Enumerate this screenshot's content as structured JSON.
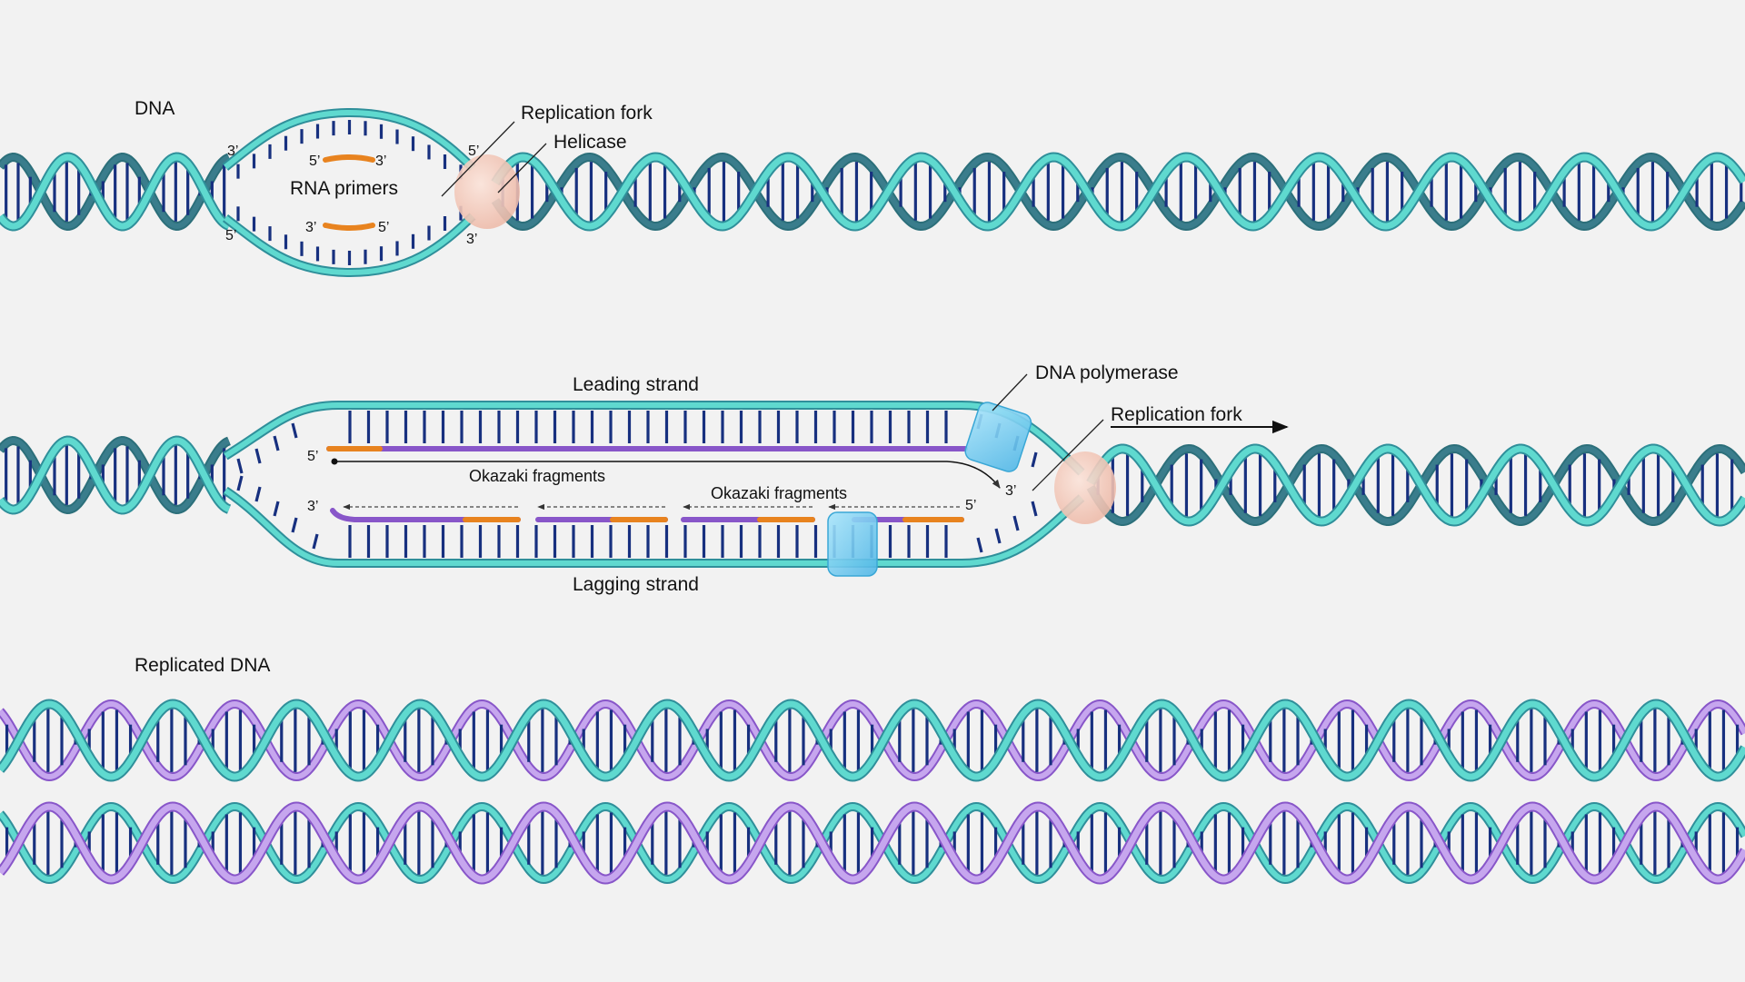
{
  "labels": {
    "dna": "DNA",
    "replication_fork": "Replication fork",
    "helicase": "Helicase",
    "rna_primers": "RNA primers",
    "leading_strand": "Leading strand",
    "lagging_strand": "Lagging strand",
    "dna_polymerase": "DNA polymerase",
    "replication_fork_2": "Replication fork",
    "okazaki_fragments_1": "Okazaki fragments",
    "okazaki_fragments_2": "Okazaki fragments",
    "replicated_dna": "Replicated DNA"
  },
  "ends": {
    "three_prime": "3’",
    "five_prime": "5’"
  },
  "colors": {
    "background": "#f2f2f2",
    "strand_teal": "#5fd9cf",
    "strand_teal_dark": "#2f8f9a",
    "strand_dark": "#3a7d8c",
    "base_pair": "#17307f",
    "new_strand_purple": "#c6a6ee",
    "new_strand_purple_dark": "#8856c9",
    "primer_orange": "#e8831f",
    "helicase_pink": "#f3cbbd",
    "polymerase_blue": "#7fd0f2"
  },
  "icons": {
    "fork_direction": "arrow-right-icon",
    "helicase": "helicase-enzyme-icon",
    "polymerase": "polymerase-enzyme-icon"
  }
}
